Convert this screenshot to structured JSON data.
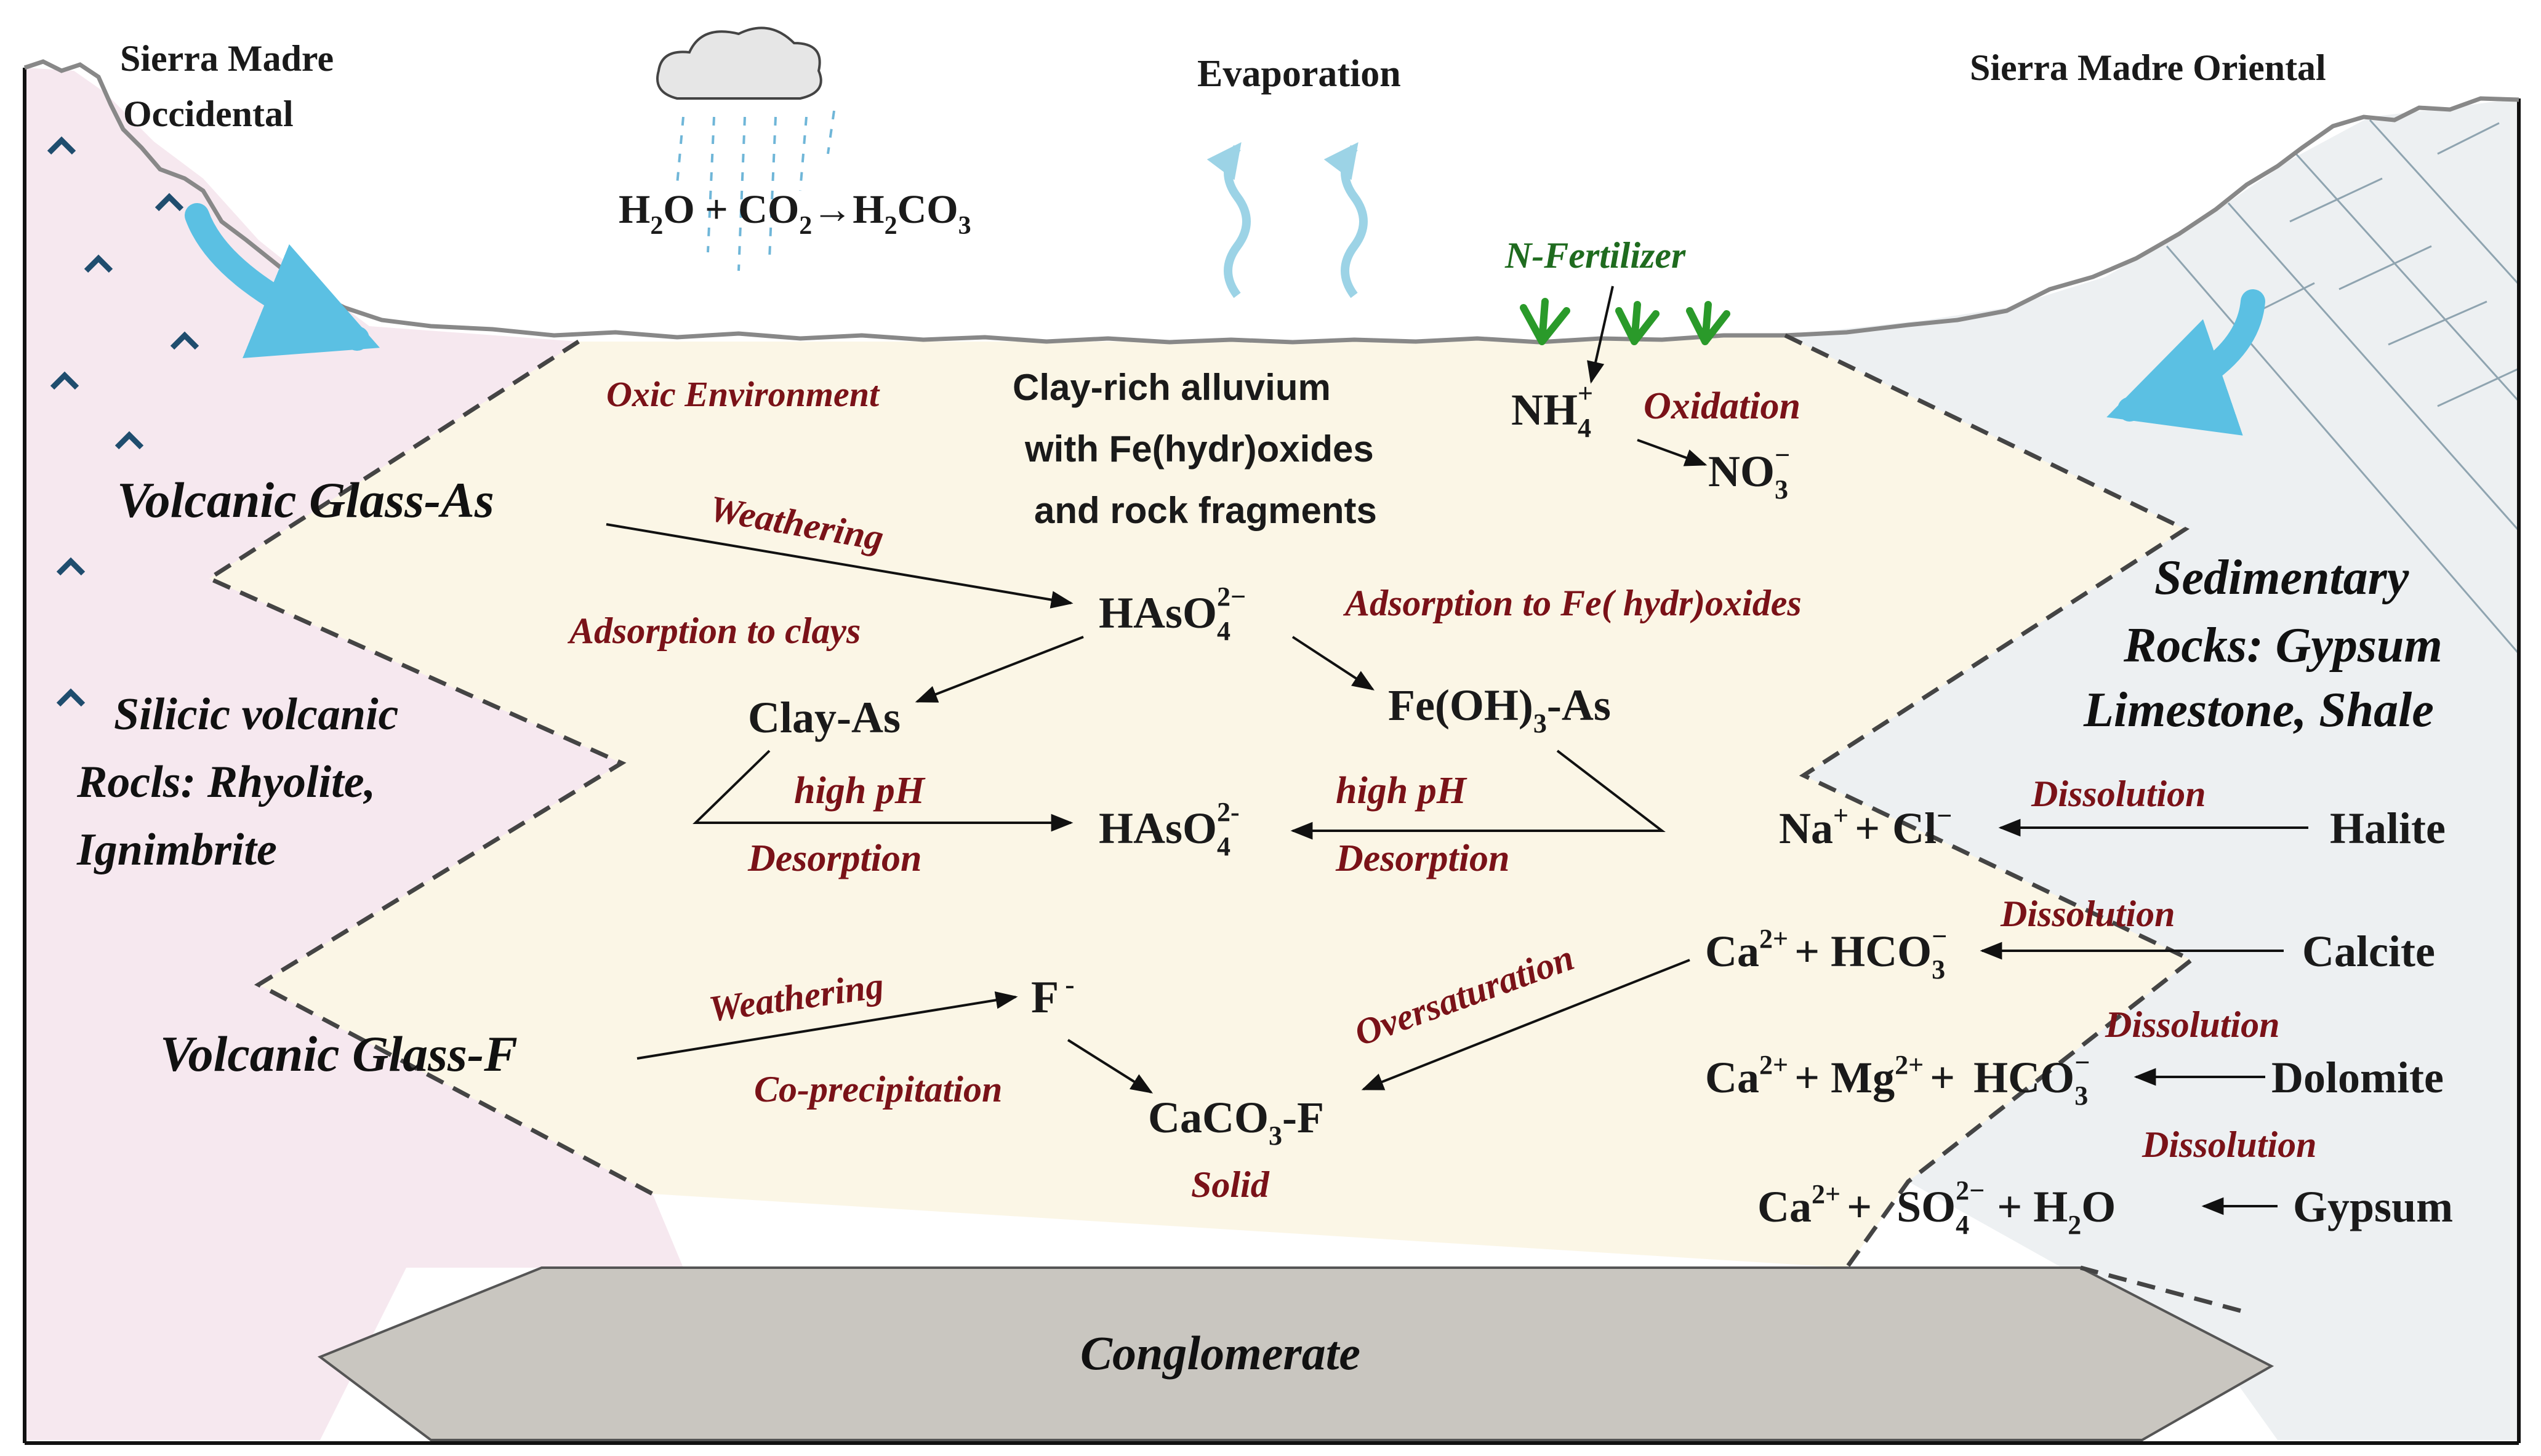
{
  "colors": {
    "left_zone": "#f6e8ef",
    "right_zone": "#edf0f2",
    "center_zone": "#fbf6e6",
    "conglomerate": "#c9c6c0",
    "arrow_blue": "#5bc0e3",
    "evap_blue": "#9cd3e6",
    "text_red": "#7a1218",
    "text_green": "#1f6b1f",
    "plant_green": "#2a9a2a"
  },
  "top": {
    "sierra_madre_occidental": [
      "Sierra Madre",
      "Occidental"
    ],
    "sierra_madre_oriental": "Sierra Madre Oriental",
    "evaporation": "Evaporation",
    "rain_reaction": {
      "a": "H",
      "a_sub": "2",
      "b": "O + CO",
      "b_sub": "2",
      "arrow": "→",
      "c": "H",
      "c_sub": "2",
      "d": "CO",
      "d_sub": "3"
    },
    "n_fertilizer": "N-Fertilizer"
  },
  "center": {
    "oxic": "Oxic Environment",
    "alluvium": [
      "Clay-rich alluvium",
      "with  Fe(hydr)oxides",
      "and rock fragments"
    ],
    "nh4": {
      "base": "NH",
      "sub": "4",
      "sup": "+"
    },
    "oxidation": "Oxidation",
    "no3": {
      "base": "NO",
      "sub": "3",
      "sup": "−"
    },
    "weathering_1": "Weathering",
    "hasO4_top": {
      "base": "HAsO",
      "sub": "4",
      "sup": "2−"
    },
    "adsorption_clays": "Adsorption to clays",
    "adsorption_fe": "Adsorption to Fe( hydr)oxides",
    "clay_as": "Clay-As",
    "fe_oh_as": {
      "a": "Fe(OH)",
      "sub": "3",
      "b": "-As"
    },
    "high_ph_left": "high pH",
    "high_ph_right": "high pH",
    "desorption_left": "Desorption",
    "desorption_right": "Desorption",
    "hasO4_mid": {
      "base": "HAsO",
      "sub": "4",
      "sup": "2-"
    },
    "weathering_2": "Weathering",
    "fluoride": {
      "base": "F",
      "sup": "-"
    },
    "co_precipitation": "Co-precipitation",
    "oversaturation": "Oversaturation",
    "caco3f": {
      "a": "CaCO",
      "sub": "3",
      "b": "-F"
    },
    "solid": "Solid",
    "conglomerate": "Conglomerate"
  },
  "left": {
    "volcanic_glass_as": "Volcanic Glass-As",
    "silicic": [
      "Silicic volcanic",
      "Rocls: Rhyolite,",
      "Ignimbrite"
    ],
    "volcanic_glass_f": "Volcanic Glass-F"
  },
  "right": {
    "sedimentary": [
      "Sedimentary",
      "Rocks: Gypsum",
      "Limestone, Shale"
    ],
    "dissolution": "Dissolution",
    "halite": "Halite",
    "halite_ions": {
      "na": "Na",
      "na_sup": "+",
      "plus": "+",
      "cl": "Cl",
      "cl_sup": "−"
    },
    "calcite": "Calcite",
    "calcite_ions": {
      "ca": "Ca",
      "ca_sup": "2+",
      "plus": "+ HCO",
      "sub": "3",
      "sup": "−"
    },
    "dolomite": "Dolomite",
    "dolomite_ions": {
      "ca": "Ca",
      "ca_sup": "2+",
      "mg": "+ Mg",
      "mg_sup": "2+",
      "plus": "+",
      "hco": "HCO",
      "sub": "3",
      "sup": "−"
    },
    "gypsum": "Gypsum",
    "gypsum_ions": {
      "ca": "Ca",
      "ca_sup": "2+",
      "plus": "+",
      "so": "SO",
      "so_sub": "4",
      "so_sup": "2−",
      "h": "+ H",
      "h_sub": "2",
      "o": "O"
    }
  }
}
